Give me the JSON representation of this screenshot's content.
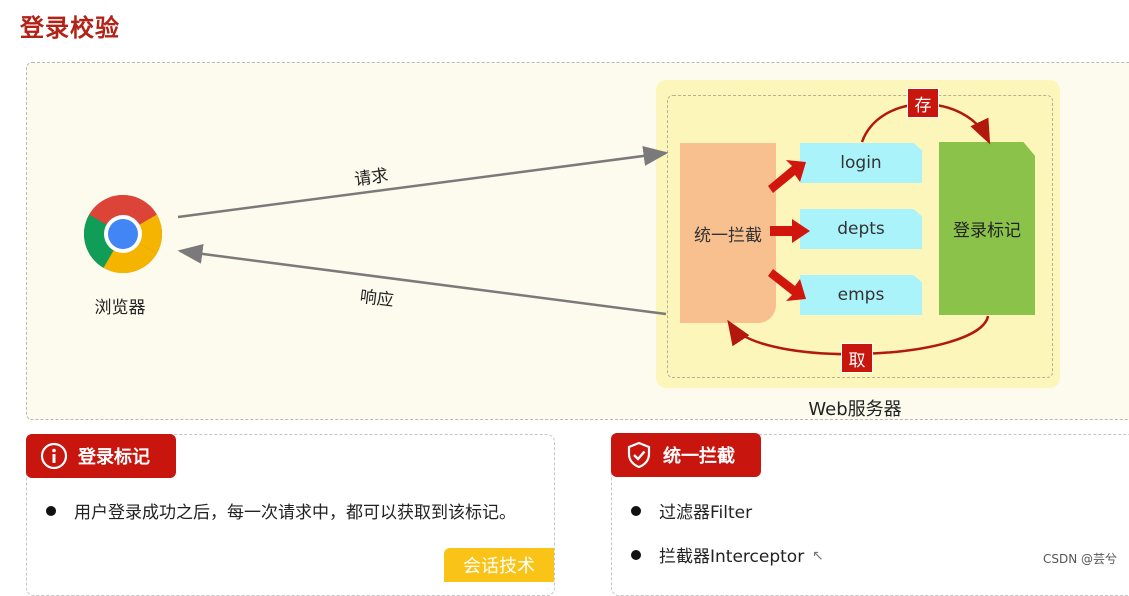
{
  "title": "登录校验",
  "diagram": {
    "browser_label": "浏览器",
    "request_label": "请求",
    "response_label": "响应",
    "server_label": "Web服务器",
    "interceptor_label": "统一拦截",
    "endpoints": [
      "login",
      "depts",
      "emps"
    ],
    "login_mark_label": "登录标记",
    "store_label": "存",
    "fetch_label": "取",
    "colors": {
      "accent": "#c8150d",
      "interceptor": "#f8c08e",
      "endpoint": "#aaf3fb",
      "login_mark": "#8bc34a",
      "server_bg": "#fdf6bb"
    }
  },
  "cards": {
    "login_mark": {
      "title": "登录标记",
      "icon": "info-icon",
      "items": [
        "用户登录成功之后，每一次请求中，都可以获取到该标记。"
      ],
      "tag": "会话技术"
    },
    "interception": {
      "title": "统一拦截",
      "icon": "shield-check-icon",
      "items": [
        "过滤器Filter",
        "拦截器Interceptor"
      ]
    }
  },
  "watermark": "CSDN @芸兮"
}
